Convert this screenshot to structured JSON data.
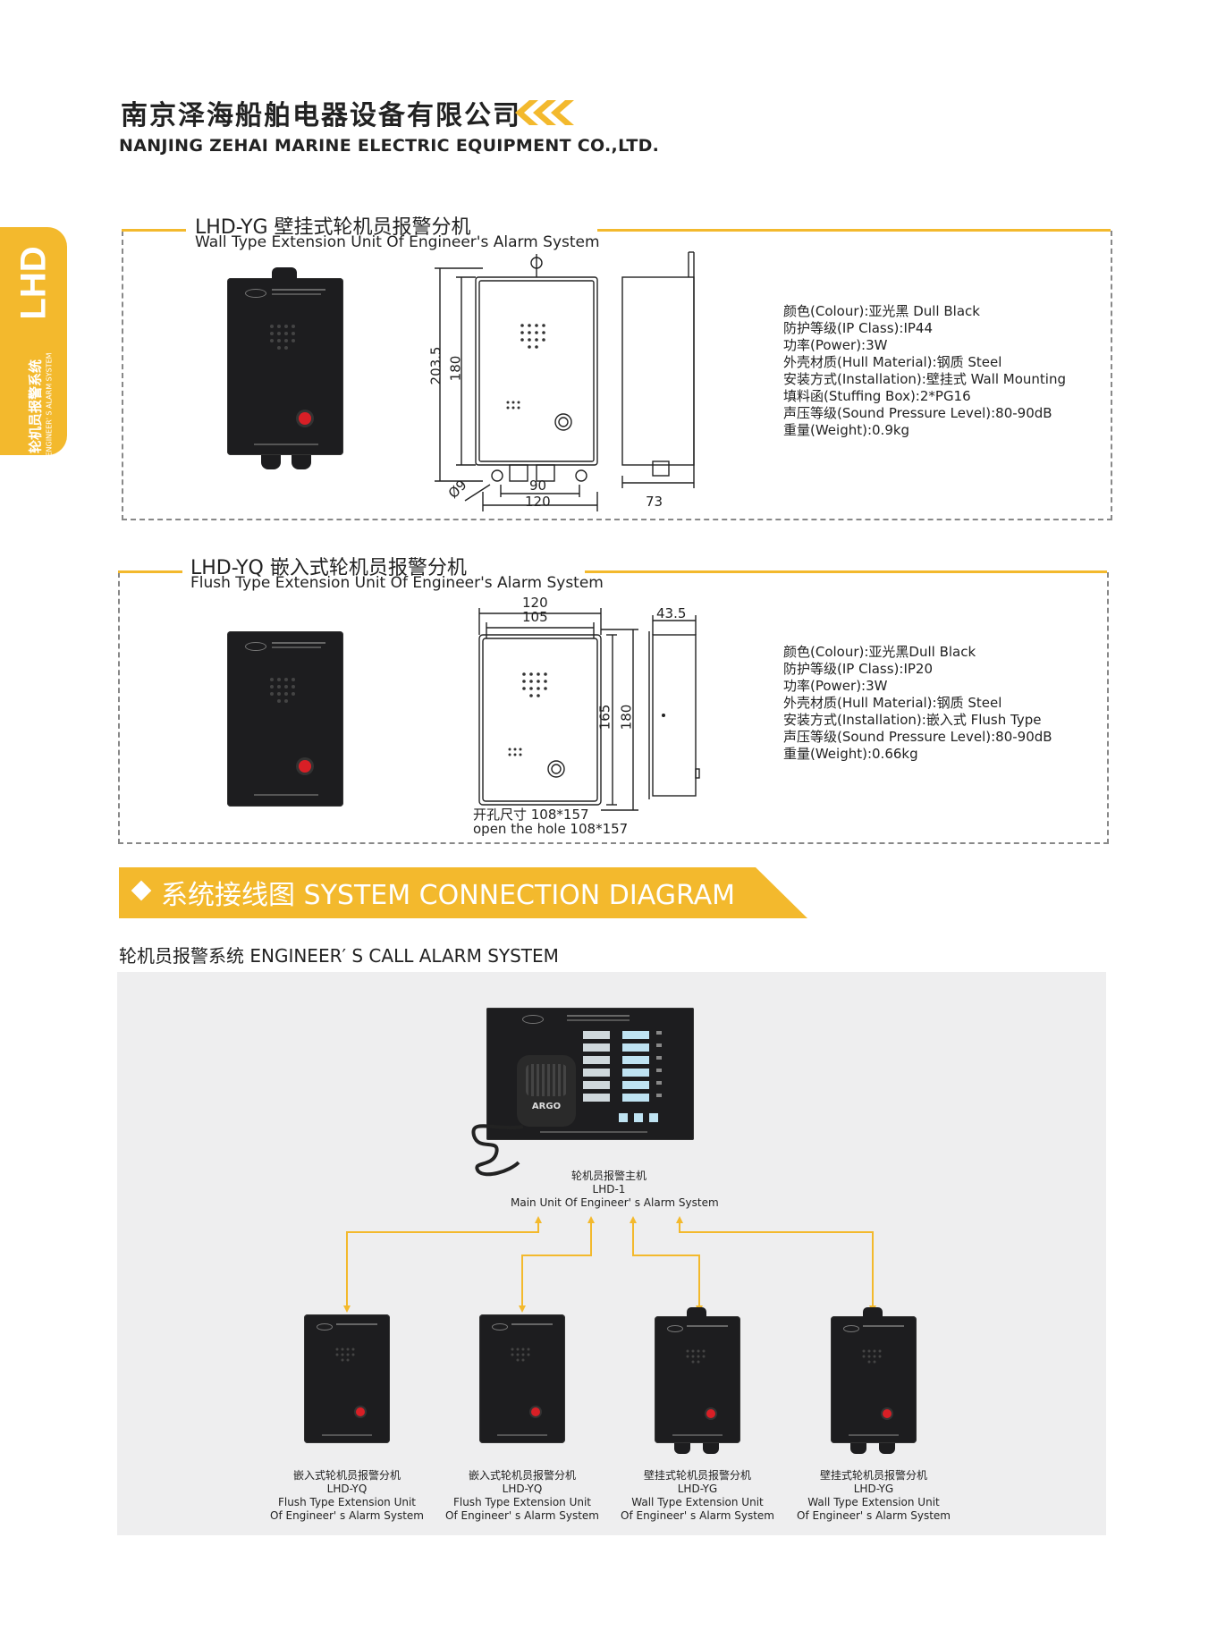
{
  "header": {
    "company_cn": "南京泽海船舶电器设备有限公司",
    "company_en": "NANJING ZEHAI MARINE ELECTRIC EQUIPMENT CO.,LTD."
  },
  "side_tab": {
    "code": "LHD",
    "cn": "轮机员报警系统",
    "en": "ENGINEER' S ALARM SYSTEM"
  },
  "product_wall": {
    "code_cn": "LHD-YG 壁挂式轮机员报警分机",
    "name_en": "Wall Type Extension Unit Of Engineer's Alarm System",
    "specs": [
      "颜色(Colour):亚光黑 Dull Black",
      "防护等级(IP Class):IP44",
      "功率(Power):3W",
      "外壳材质(Hull Material):钢质 Steel",
      "安装方式(Installation):壁挂式 Wall Mounting",
      "填料函(Stuffing Box):2*PG16",
      "声压等级(Sound Pressure Level):80-90dB",
      "重量(Weight):0.9kg"
    ],
    "dims": {
      "h1": "203.5",
      "h2": "180",
      "w1": "90",
      "w2": "120",
      "hole": "Ø9",
      "depth": "73"
    }
  },
  "product_flush": {
    "code_cn": "LHD-YQ 嵌入式轮机员报警分机",
    "name_en": "Flush Type Extension Unit Of Engineer's Alarm System",
    "specs": [
      "颜色(Colour):亚光黑Dull Black",
      "防护等级(IP Class):IP20",
      "功率(Power):3W",
      "外壳材质(Hull Material):钢质 Steel",
      "安装方式(Installation):嵌入式 Flush Type",
      "声压等级(Sound Pressure Level):80-90dB",
      "重量(Weight):0.66kg"
    ],
    "dims": {
      "w1": "120",
      "w2": "105",
      "h1": "165",
      "h2": "180",
      "depth": "43.5"
    },
    "cutout_cn": "开孔尺寸 108*157",
    "cutout_en": "open the hole 108*157"
  },
  "section": {
    "banner": "系统接线图  SYSTEM CONNECTION DIAGRAM",
    "subtitle": "轮机员报警系统 ENGINEER′ S CALL ALARM SYSTEM"
  },
  "diagram": {
    "main_unit": {
      "cn": "轮机员报警主机",
      "code": "LHD-1",
      "en": "Main Unit Of Engineer' s Alarm System"
    },
    "mic_brand": "ARGO",
    "units": [
      {
        "cn": "嵌入式轮机员报警分机",
        "code": "LHD-YQ",
        "en1": "Flush Type Extension Unit",
        "en2": "Of Engineer' s Alarm System"
      },
      {
        "cn": "嵌入式轮机员报警分机",
        "code": "LHD-YQ",
        "en1": "Flush Type Extension Unit",
        "en2": "Of Engineer' s Alarm System"
      },
      {
        "cn": "壁挂式轮机员报警分机",
        "code": "LHD-YG",
        "en1": "Wall Type Extension Unit",
        "en2": "Of Engineer' s Alarm System"
      },
      {
        "cn": "壁挂式轮机员报警分机",
        "code": "LHD-YG",
        "en1": "Wall Type Extension Unit",
        "en2": "Of Engineer' s Alarm System"
      }
    ]
  },
  "colors": {
    "accent": "#f3b92d",
    "device": "#1d1d1f",
    "alarm_button": "#d81f26"
  }
}
